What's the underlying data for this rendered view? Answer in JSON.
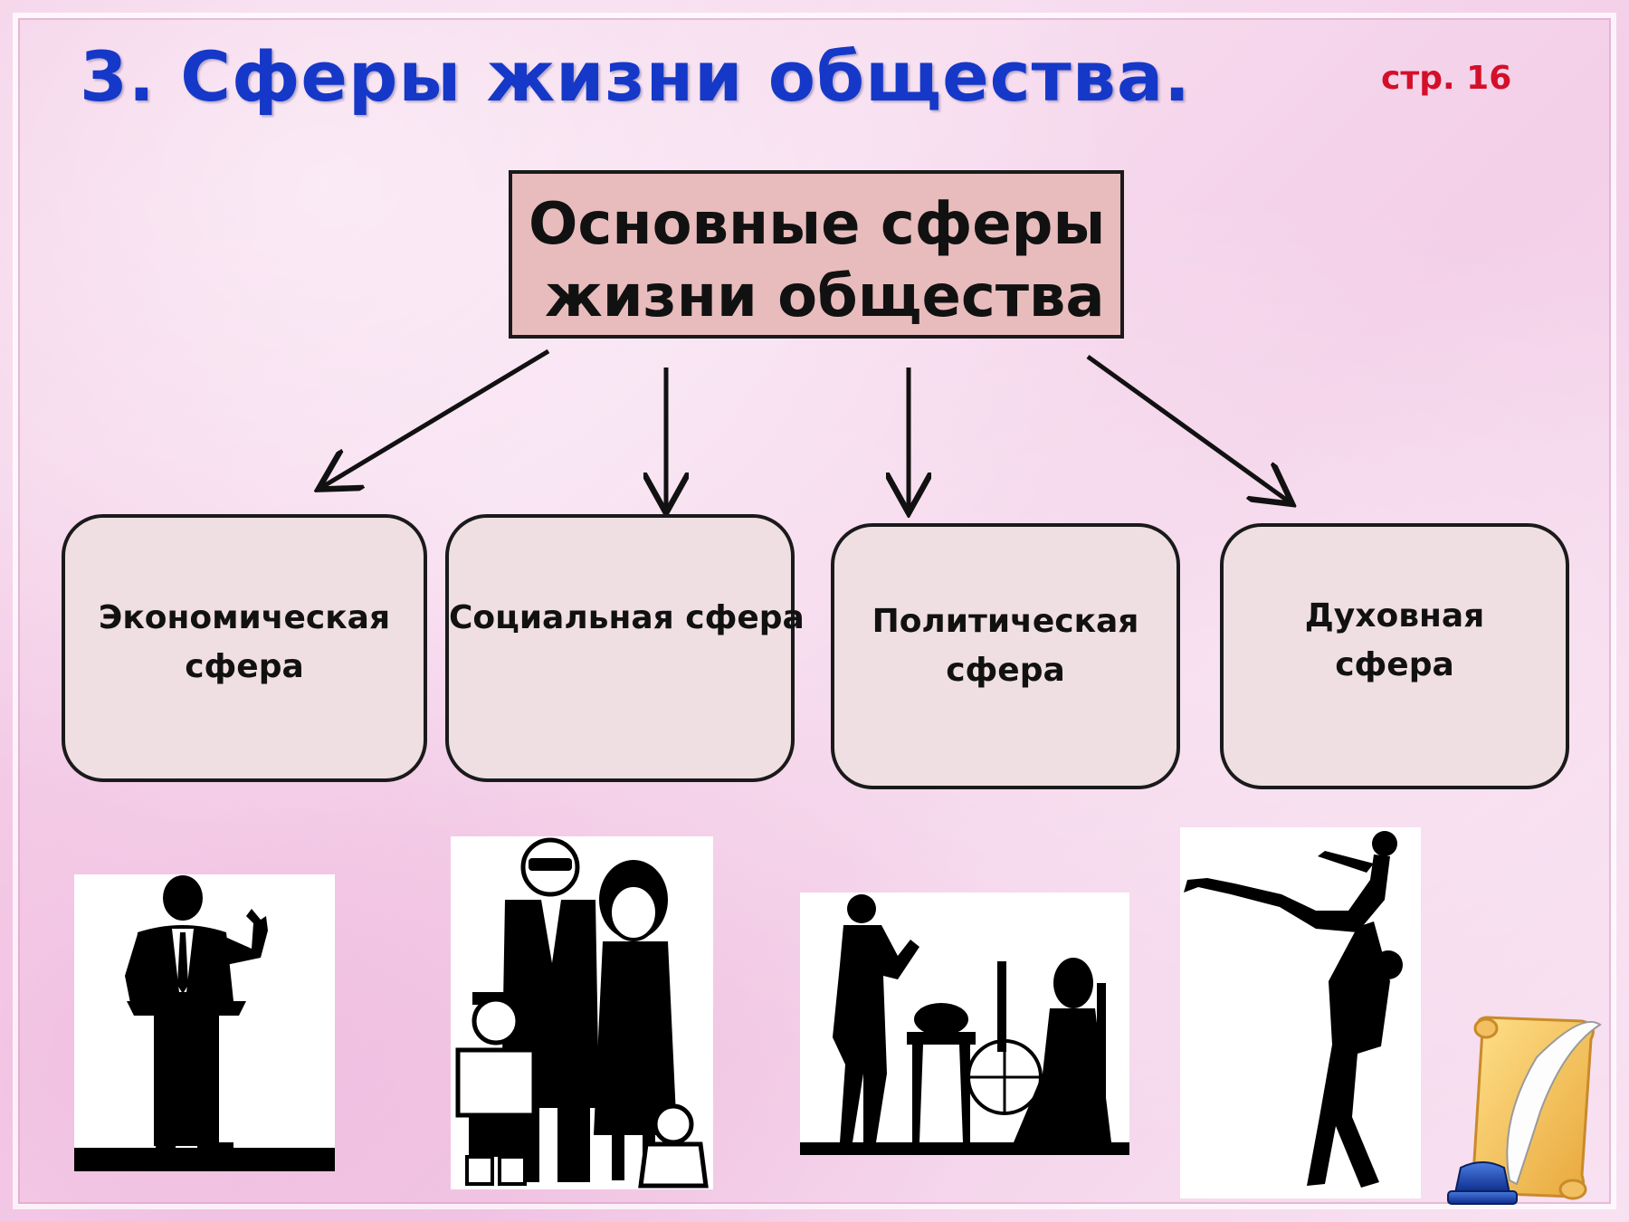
{
  "slide": {
    "title": "3. Сферы жизни общества.",
    "page_ref": "стр. 16"
  },
  "diagram": {
    "root": {
      "line1": "Основные сферы",
      "line2": "жизни общества"
    },
    "spheres": [
      {
        "id": "econ",
        "line1": "Экономическая",
        "line2": "сфера"
      },
      {
        "id": "social",
        "line1": "Социальная сфера",
        "line2": ""
      },
      {
        "id": "polit",
        "line1": "Политическая",
        "line2": "сфера"
      },
      {
        "id": "spirit",
        "line1": "Духовная",
        "line2": "сфера"
      }
    ]
  },
  "illustrations": [
    {
      "id": "speaker",
      "icon": "speaker-at-podium-icon"
    },
    {
      "id": "family",
      "icon": "family-group-icon"
    },
    {
      "id": "reading",
      "icon": "reading-scene-icon"
    },
    {
      "id": "dancers",
      "icon": "dancing-couple-icon"
    }
  ],
  "decoration": {
    "icon": "scroll-and-quill-icon"
  },
  "colors": {
    "title": "#1538c8",
    "page_ref": "#d40f2a",
    "root_fill": "#e8bcbc",
    "sphere_fill": "#efdfe2"
  }
}
